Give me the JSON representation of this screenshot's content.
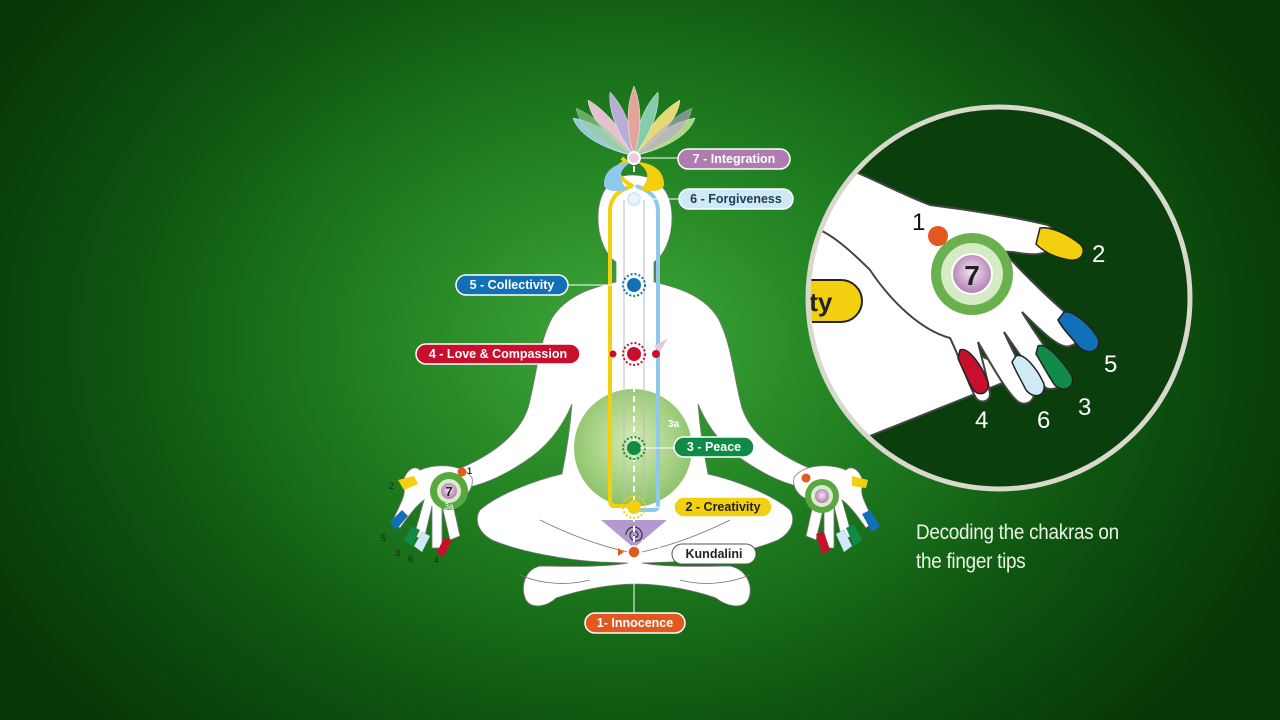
{
  "colors": {
    "background": "#1f7d1f",
    "innocence": "#e2591f",
    "creativity": "#f2d00f",
    "peace": "#0f8a47",
    "love": "#c8102e",
    "collectivity": "#1170b7",
    "forgiveness": "#cfe9f7",
    "integration": "#b07bb0",
    "left_channel": "#f2d00f",
    "right_channel": "#8ec8ea"
  },
  "chakras": [
    {
      "label": "7 - Integration"
    },
    {
      "label": "6 - Forgiveness"
    },
    {
      "label": "5 - Collectivity"
    },
    {
      "label": "4 - Love & Compassion"
    },
    {
      "label": "3 - Peace"
    },
    {
      "label": "2 - Creativity"
    },
    {
      "label": "Kundalini"
    },
    {
      "label": "1- Innocence"
    }
  ],
  "void_label": "3a",
  "small_hand": {
    "palm_number": "7",
    "void_number": "3a",
    "finger_numbers": [
      "1",
      "2",
      "5",
      "3",
      "6",
      "4"
    ]
  },
  "zoom": {
    "fragment_text": "ity",
    "palm_number": "7",
    "finger_numbers": [
      "1",
      "2",
      "5",
      "3",
      "6",
      "4"
    ]
  },
  "caption": {
    "line1": "Decoding the chakras on",
    "line2": "the finger tips"
  }
}
